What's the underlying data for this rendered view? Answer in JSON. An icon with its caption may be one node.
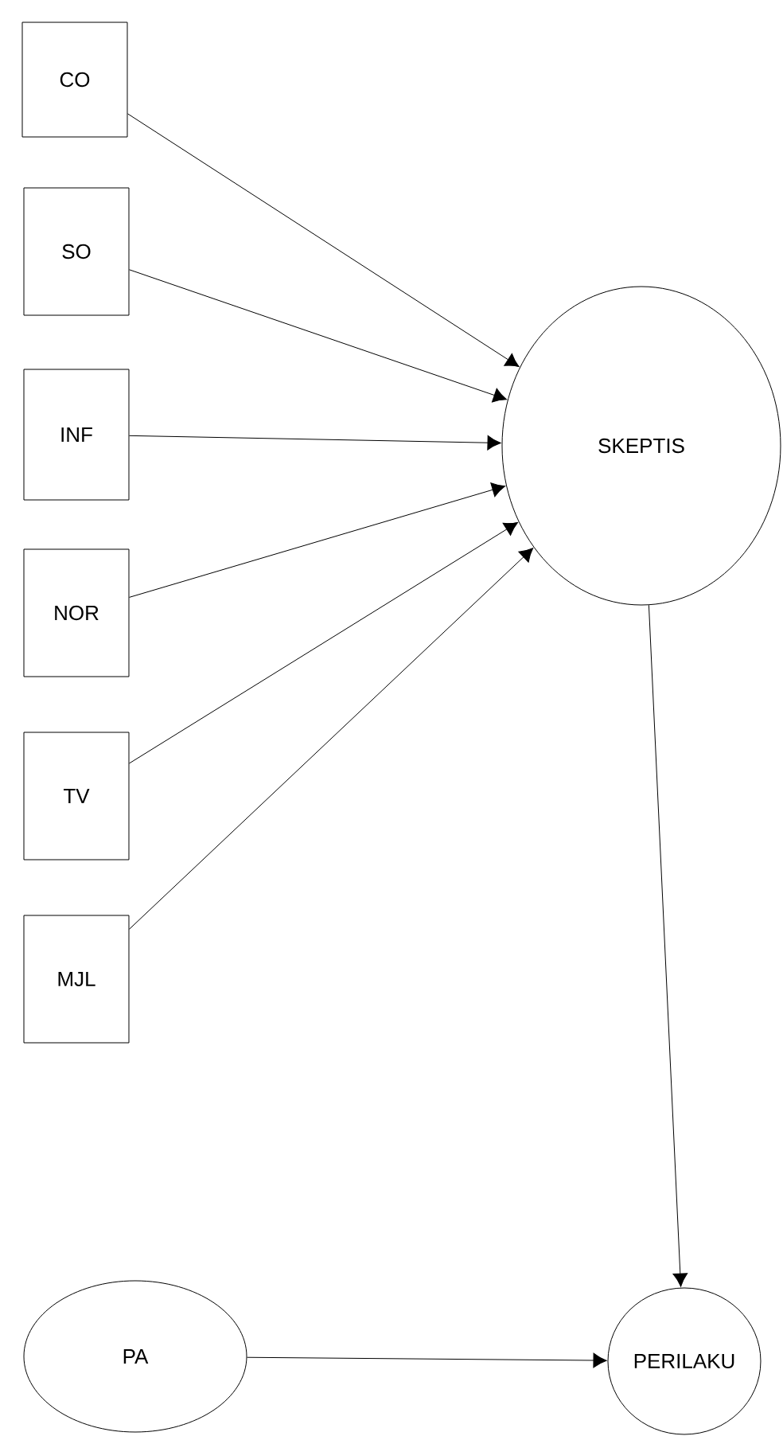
{
  "diagram": {
    "nodes": [
      {
        "text": [
          "CO"
        ]
      },
      {
        "text": [
          "SO"
        ]
      },
      {
        "text": [
          "INF"
        ]
      },
      {
        "text": [
          "NOR"
        ]
      },
      {
        "text": [
          "TV"
        ]
      },
      {
        "text": [
          "MJL"
        ]
      },
      {
        "text": [
          "SKEPTIS"
        ]
      },
      {
        "text": [
          "PERILAKU"
        ]
      },
      {
        "text": [
          "PA"
        ]
      }
    ],
    "edges": [
      {
        "from": 0,
        "to": 6,
        "arrow": "to"
      },
      {
        "from": 1,
        "to": 6,
        "arrow": "to"
      },
      {
        "from": 2,
        "to": 6,
        "arrow": "to"
      },
      {
        "from": 3,
        "to": 6,
        "arrow": "to"
      },
      {
        "from": 4,
        "to": 6,
        "arrow": "to"
      },
      {
        "from": 5,
        "to": 6,
        "arrow": "to"
      },
      {
        "from": 6,
        "to": 7,
        "arrow": "to"
      },
      {
        "from": 8,
        "to": 7,
        "arrow": "to"
      }
    ]
  }
}
